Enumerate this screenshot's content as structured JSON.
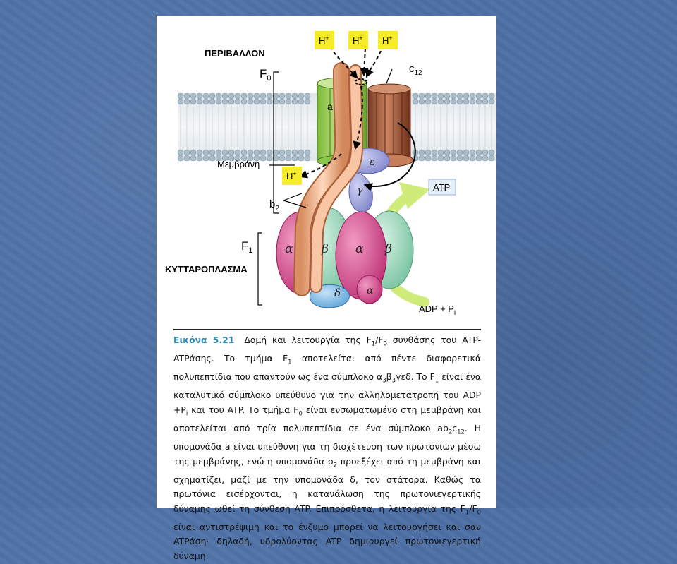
{
  "labels": {
    "environment": "ΠΕΡΙΒΑΛΛΟΝ",
    "f0": "F",
    "f0_sub": "0",
    "c12": "c",
    "c12_sub": "12",
    "a_sub": "a",
    "membrane": "Μεμβράνη",
    "b2": "b",
    "b2_sub": "2",
    "f1": "F",
    "f1_sub": "1",
    "cytoplasm": "ΚΥΤΤΑΡΟΠΛΑΣΜΑ",
    "proton": "H",
    "proton_sup": "+",
    "atp": "ATP",
    "adp": "ADP + P",
    "adp_sub": "i",
    "epsilon": "ε",
    "gamma": "γ",
    "delta": "δ",
    "alpha": "α",
    "beta": "β"
  },
  "caption": {
    "head": "Εικόνα 5.21",
    "t1": "Δομή και λειτουργία της F",
    "t2": "/F",
    "t3": " συνθάσης του ATP-ATPάσης. Το τμήμα F",
    "t4": " αποτελείται από πέντε διαφορετικά πολυπεπτίδια που απαντούν ως ένα σύμπλοκο α",
    "t5": "β",
    "t6": "γεδ. Το F",
    "t7": " είναι ένα καταλυτικό σύμπλοκο υπεύθυνο για την αλληλομετατροπή του ADP +P",
    "t8": " και του ATP. Το τμήμα F",
    "t9": " είναι ενσωματωμένο στη μεμβράνη και αποτελείται από τρία πολυπεπτίδια σε ένα σύμπλοκο ab",
    "t10": "c",
    "t11": ". Η υπομονάδα a είναι υπεύθυνη για τη διοχέτευση των πρωτονίων μέσω της μεμβράνης, ενώ η υπομονάδα b",
    "t12": " προεξέχει από τη μεμβράνη και σχηματίζει, μαζί με την υπομονάδα δ, τον στάτορα. Καθώς τα πρωτόνια εισέρχονται, η κατανάλωση της πρωτονιεγερτικής δύναμης ωθεί τη σύνθεση ATP. Επιπρόσθετα, η λειτουργία της F",
    "t13": "/F",
    "t14": " είναι αντιστρέψιμη και το ένζυμο μπορεί να λειτουργήσει και σαν ATPάση· δηλαδή, υδρολύοντας ATP δημιουργεί πρωτονιεγερτική δύναμη.",
    "s1": "1",
    "s0": "0",
    "s3": "3"
  }
}
